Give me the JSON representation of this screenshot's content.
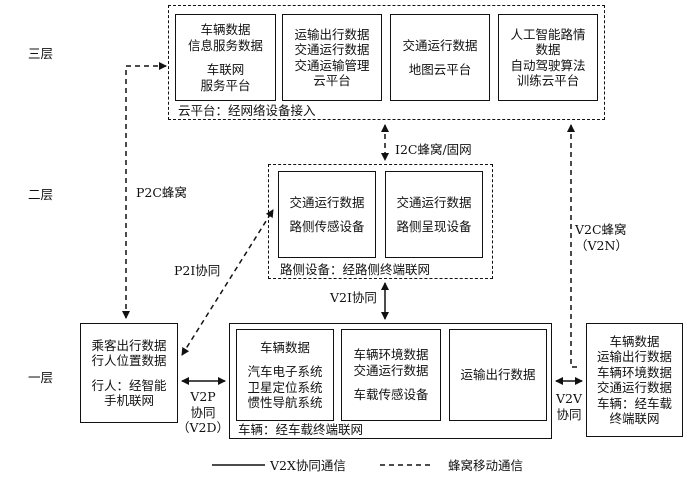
{
  "layers": {
    "three": "三层",
    "two": "二层",
    "one": "一层"
  },
  "cloud": {
    "boxes": [
      {
        "lines": [
          "车辆数据",
          "信息服务数据",
          "",
          "车联网",
          "服务平台"
        ]
      },
      {
        "lines": [
          "运输出行数据",
          "交通运行数据",
          "交通运输管理",
          "云平台"
        ]
      },
      {
        "lines": [
          "交通运行数据",
          "",
          "地图云平台"
        ]
      },
      {
        "lines": [
          "人工智能路情",
          "数据",
          "自动驾驶算法",
          "训练云平台"
        ]
      }
    ],
    "caption": "云平台：经网络设备接入"
  },
  "roadside": {
    "boxes": [
      {
        "lines": [
          "交通运行数据",
          "",
          "路侧传感设备"
        ]
      },
      {
        "lines": [
          "交通运行数据",
          "",
          "路侧呈现设备"
        ]
      }
    ],
    "caption": "路侧设备：经路侧终端联网"
  },
  "pedestrian": {
    "lines": [
      "乘客出行数据",
      "行人位置数据",
      "",
      "行人：经智能",
      "手机联网"
    ]
  },
  "vehicle": {
    "boxes": [
      {
        "lines": [
          "车辆数据",
          "",
          "汽车电子系统",
          "卫星定位系统",
          "惯性导航系统"
        ]
      },
      {
        "lines": [
          "车辆环境数据",
          "交通运行数据",
          "",
          "车载传感设备"
        ]
      },
      {
        "lines": [
          "运输出行数据"
        ]
      }
    ],
    "caption": "车辆：经车载终端联网"
  },
  "other_vehicle": {
    "lines": [
      "车辆数据",
      "运输出行数据",
      "车辆环境数据",
      "交通运行数据",
      "车辆：经车载",
      "终端联网"
    ]
  },
  "labels": {
    "i2c": "I2C蜂窝/固网",
    "p2c": "P2C蜂窝",
    "p2i": "P2I协同",
    "v2c": "V2C蜂窝",
    "v2n": "（V2N）",
    "v2i": "V2I协同",
    "v2p": [
      "V2P",
      "协同",
      "（V2D）"
    ],
    "v2v": [
      "V2V",
      "协同"
    ]
  },
  "legend": {
    "solid": "V2X协同通信",
    "dashed": "蜂窝移动通信"
  }
}
